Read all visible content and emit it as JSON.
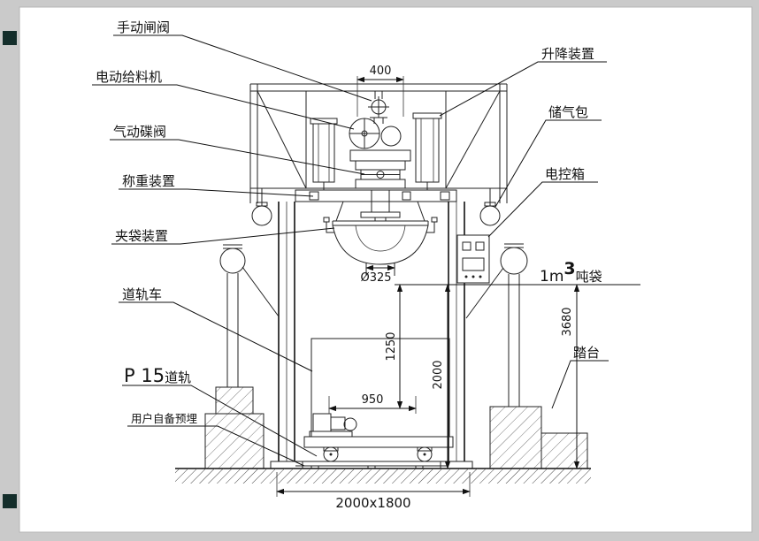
{
  "drawing": {
    "labels_left": [
      {
        "text": "手动闸阀"
      },
      {
        "text": "电动给料机"
      },
      {
        "text": "气动碟阀"
      },
      {
        "text": "称重装置"
      },
      {
        "text": "夹袋装置"
      },
      {
        "text": "道轨车"
      },
      {
        "prefix": "P 15",
        "text": "道轨"
      },
      {
        "text": "用户自备预埋"
      }
    ],
    "labels_right": [
      {
        "text": "升降装置"
      },
      {
        "text": "储气包"
      },
      {
        "text": "电控箱"
      },
      {
        "base": "1m",
        "sup": "3",
        "suffix": "吨袋"
      },
      {
        "text": "踏台"
      }
    ],
    "dimensions": {
      "inlet_width": "400",
      "spout_diameter": "Ø325",
      "bag_height": "1250",
      "pallet_width": "950",
      "clearance_height": "2000",
      "total_height": "3680",
      "footprint": "2000x1800"
    },
    "colors": {
      "background": "#cacaca",
      "sheet": "#ffffff",
      "line": "#222222",
      "handle": "#142e2b"
    }
  }
}
